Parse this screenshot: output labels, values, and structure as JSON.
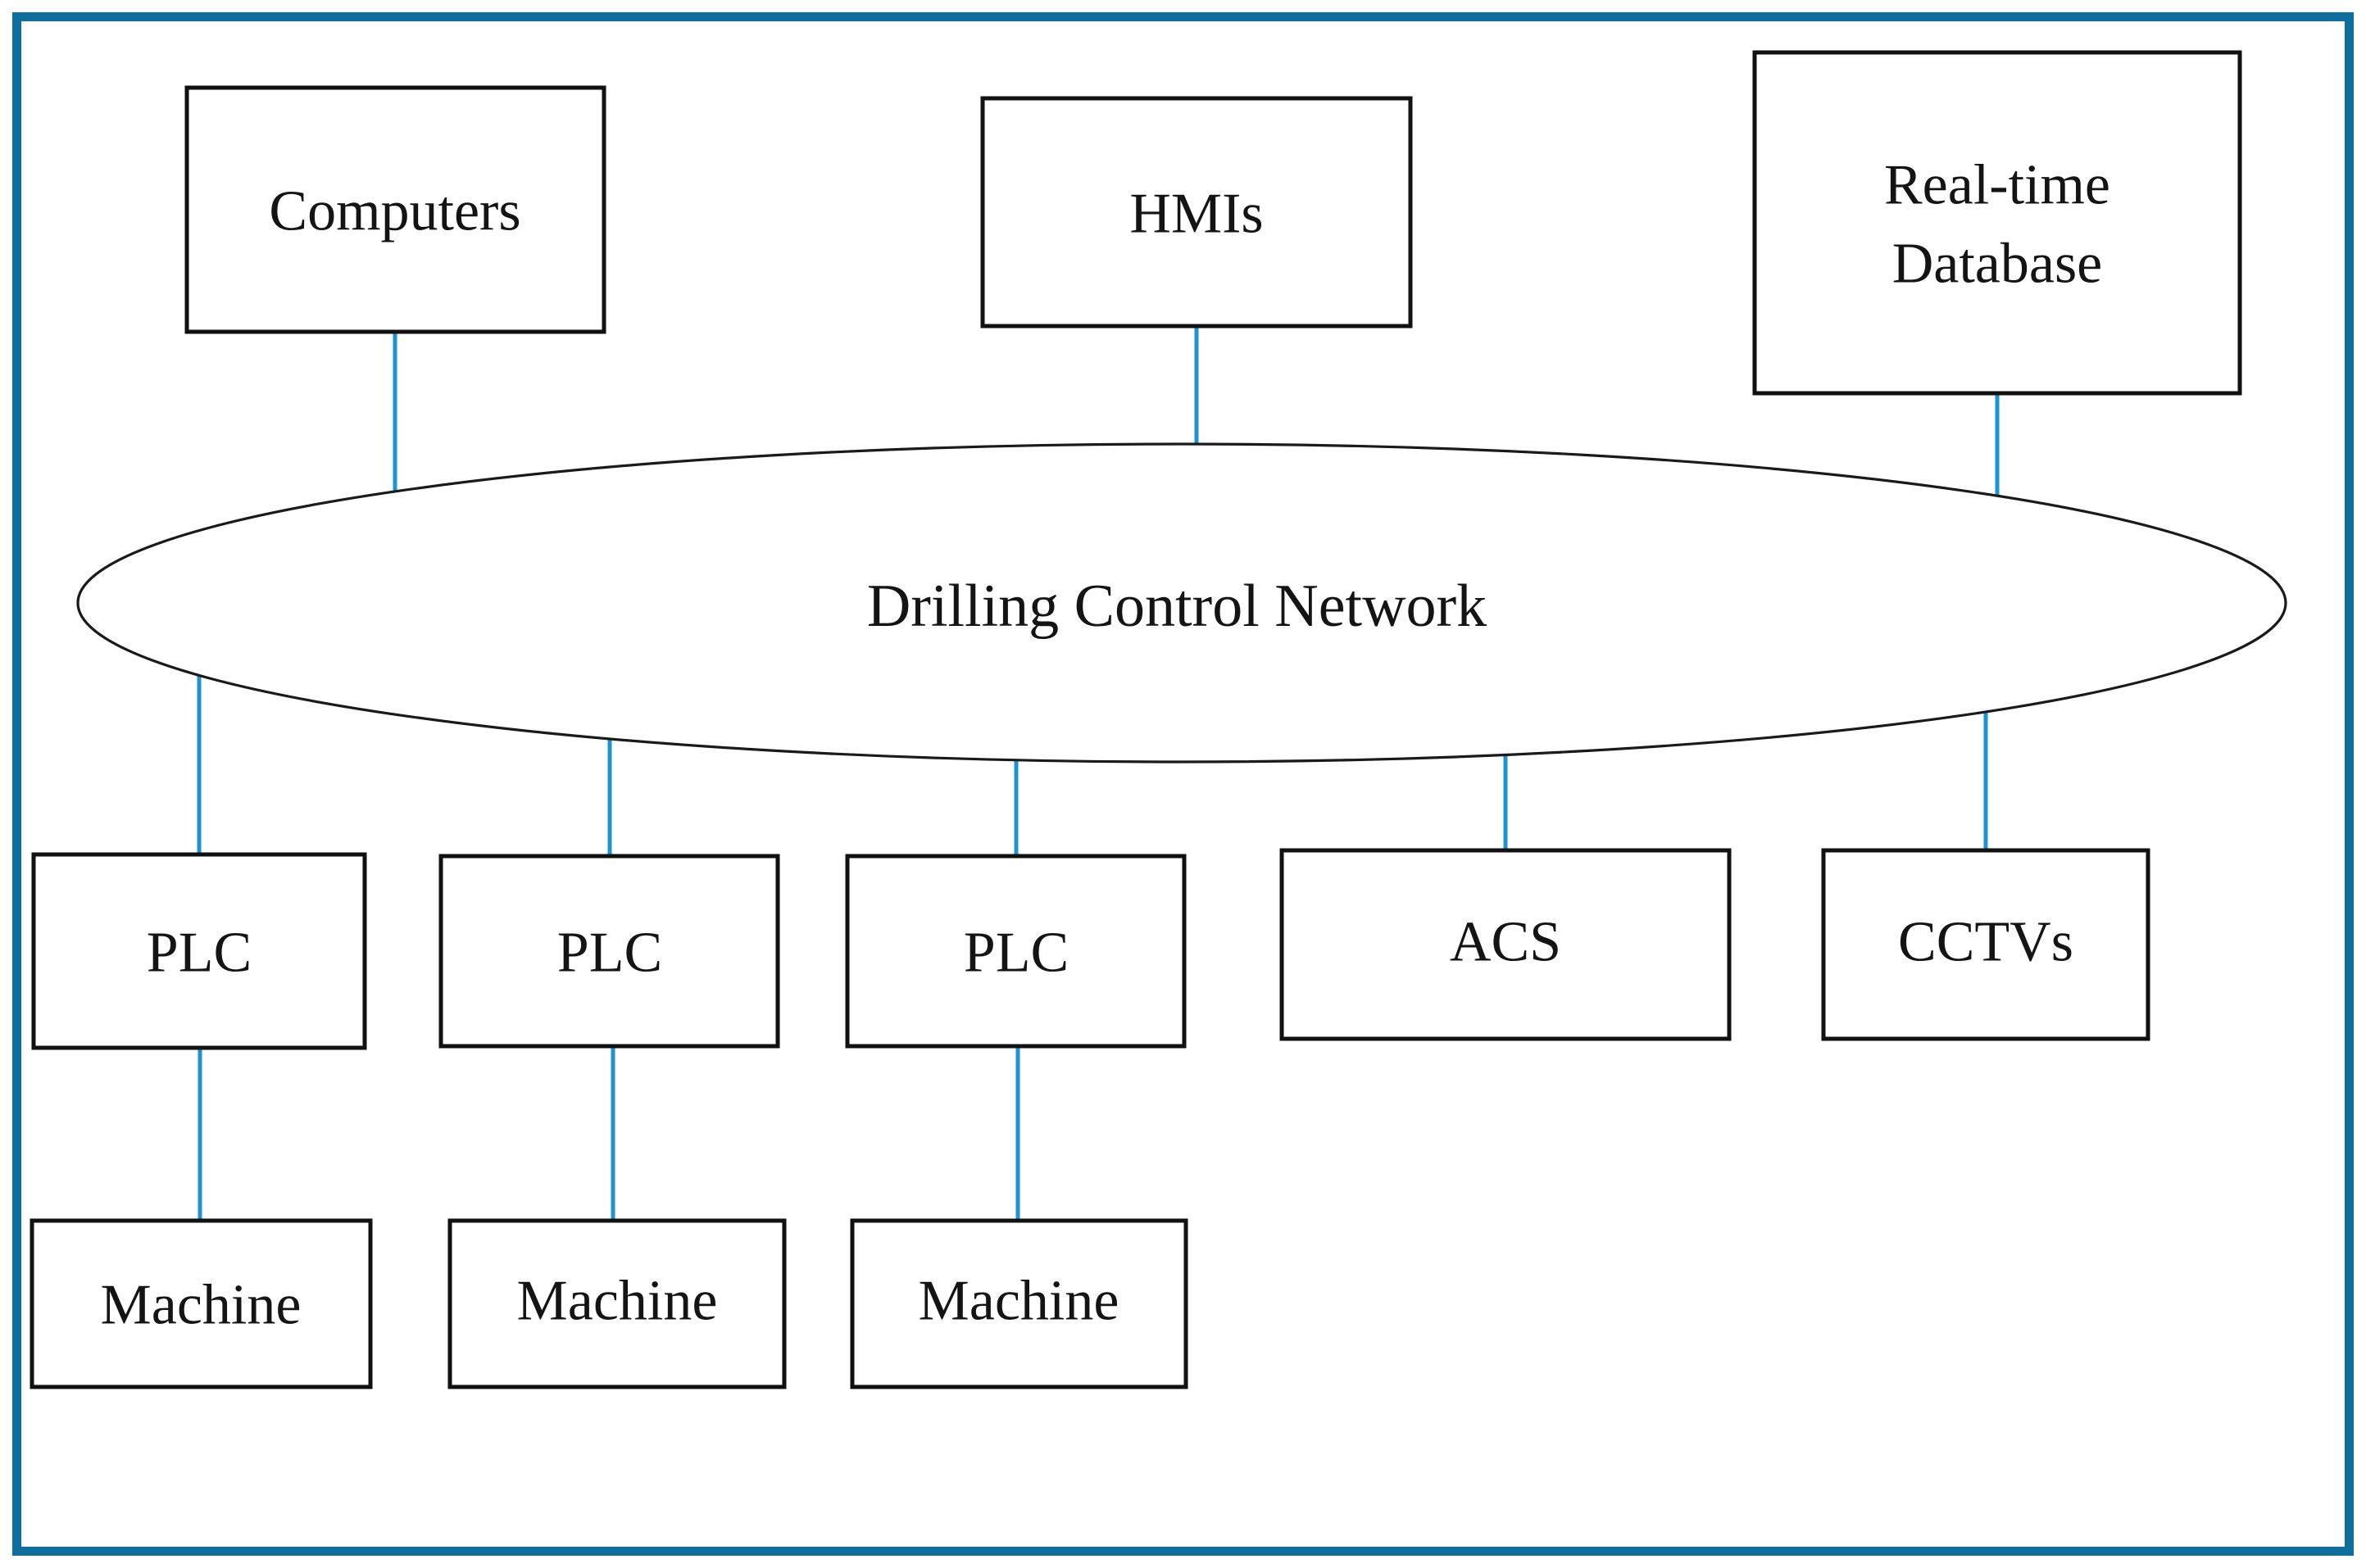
{
  "figure": {
    "type": "network-topology-diagram",
    "frame_color": "#0e6f9e",
    "connector_color": "#1d94d2",
    "box_border_color": "#111111",
    "box_fill_color": "#ffffff"
  },
  "network": {
    "label": "Drilling Control Network"
  },
  "top_row": {
    "computers": {
      "label": "Computers"
    },
    "hmis": {
      "label": "HMIs"
    },
    "realtime_database": {
      "line1": "Real-time",
      "line2": "Database"
    }
  },
  "device_row": {
    "plc1": {
      "label": "PLC"
    },
    "plc2": {
      "label": "PLC"
    },
    "plc3": {
      "label": "PLC"
    },
    "acs": {
      "label": "ACS"
    },
    "cctvs": {
      "label": "CCTVs"
    }
  },
  "machine_row": {
    "machine1": {
      "label": "Machine"
    },
    "machine2": {
      "label": "Machine"
    },
    "machine3": {
      "label": "Machine"
    }
  }
}
